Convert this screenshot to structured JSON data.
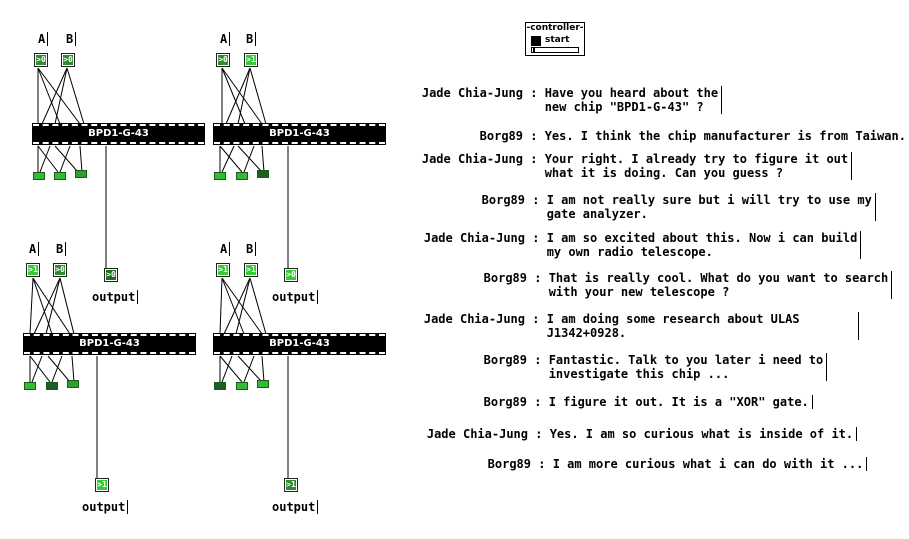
{
  "colors": {
    "led_bright": "#33cc33",
    "led_mid": "#2ea02e",
    "led_dark": "#1f5f1f",
    "wire": "#000000"
  },
  "controller": {
    "title": "-controller-",
    "start_label": "start"
  },
  "circuits": [
    {
      "in_a": "A",
      "in_b": "B",
      "val_a": ">0",
      "val_b": ">0",
      "chip": "BPD1-G-43"
    },
    {
      "in_a": "A",
      "in_b": "B",
      "val_a": ">0",
      "val_b": ">1",
      "chip": "BPD1-G-43",
      "out_val": ">0",
      "out_label": "output"
    },
    {
      "in_a": "A",
      "in_b": "B",
      "val_a": ">1",
      "val_b": ">0",
      "chip": "BPD1-G-43",
      "out_val": ">1",
      "out_label": "output"
    },
    {
      "in_a": "A",
      "in_b": "B",
      "val_a": ">1",
      "val_b": ">1",
      "chip": "BPD1-G-43",
      "out_val": ">1",
      "out_label": "output"
    }
  ],
  "extra_out": {
    "out_val": ">0",
    "out_label": "output"
  },
  "chat": [
    {
      "name": "Jade Chia-Jung",
      "msg": "Have you heard about the\nnew chip \"BPD1-G-43\" ?"
    },
    {
      "name": "Borg89",
      "msg": "Yes. I think the chip manufacturer is from Taiwan."
    },
    {
      "name": "Jade Chia-Jung",
      "msg": "Your right. I already try to figure it out\nwhat it is doing. Can you guess ?"
    },
    {
      "name": "Borg89",
      "msg": "I am not really sure but i will try to use my\ngate analyzer."
    },
    {
      "name": "Jade Chia-Jung",
      "msg": "I am so excited about this. Now i can build\nmy own radio telescope."
    },
    {
      "name": "Borg89",
      "msg": "That is really cool. What do you want to search\nwith your new telescope ?"
    },
    {
      "name": "Jade Chia-Jung",
      "msg": "I am doing some research about ULAS\nJ1342+0928."
    },
    {
      "name": "Borg89",
      "msg": "Fantastic. Talk to you later i need to\ninvestigate this chip ..."
    },
    {
      "name": "Borg89",
      "msg": "I figure it out. It is a \"XOR\" gate."
    },
    {
      "name": "Jade Chia-Jung",
      "msg": "Yes. I am so curious what is inside of it."
    },
    {
      "name": "Borg89",
      "msg": "I am more curious what i can do with it ..."
    }
  ]
}
